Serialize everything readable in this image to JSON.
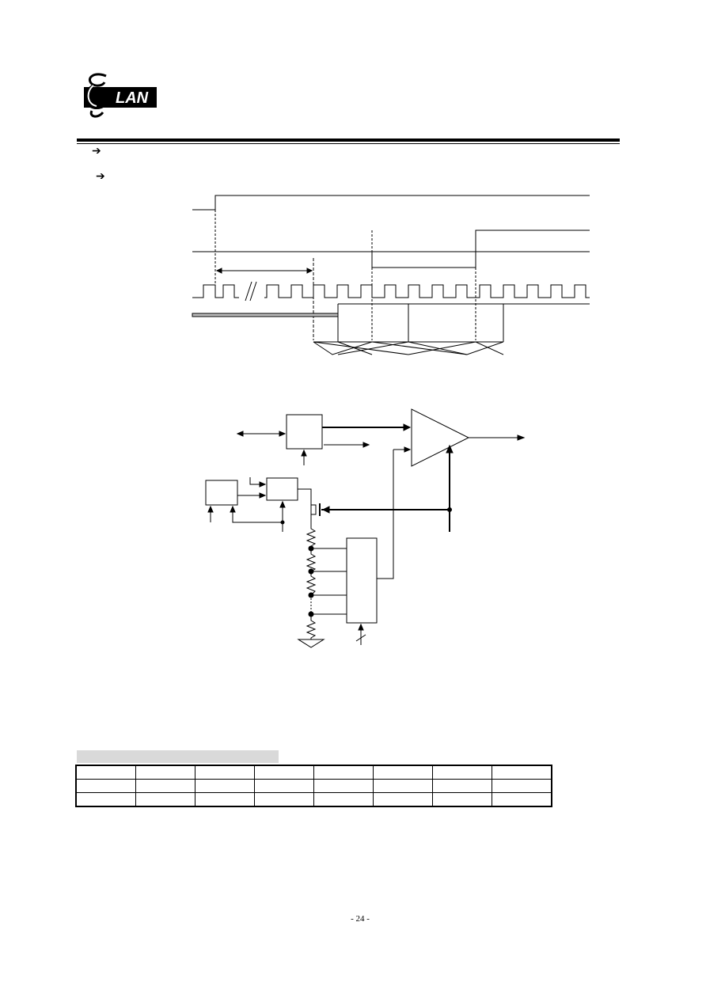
{
  "header": {
    "logo_text": "LAN",
    "logo_initial": "E"
  },
  "bullets": {
    "arrow1": "➔",
    "arrow2": "➔"
  },
  "table": {
    "rows": 3,
    "cols": 8
  },
  "footer": {
    "page_number": "- 24 -"
  }
}
